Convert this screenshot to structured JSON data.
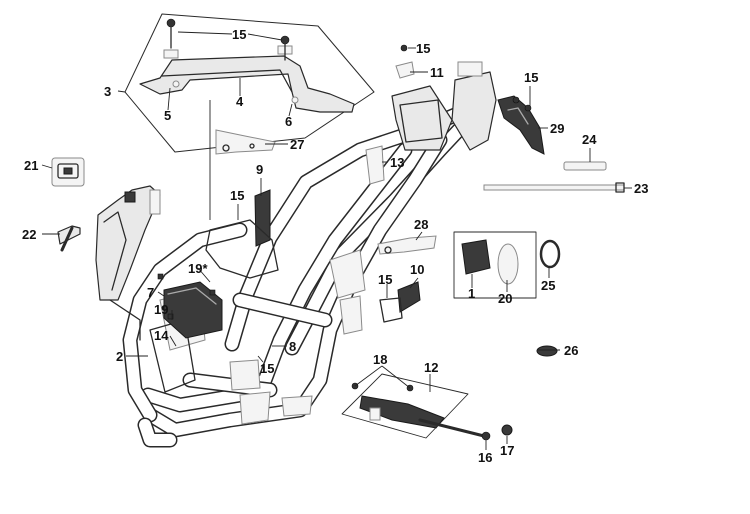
{
  "diagram": {
    "callouts": [
      {
        "id": "c15a",
        "label": "15"
      },
      {
        "id": "c15b",
        "label": "15"
      },
      {
        "id": "c3",
        "label": "3"
      },
      {
        "id": "c4",
        "label": "4"
      },
      {
        "id": "c5",
        "label": "5"
      },
      {
        "id": "c6",
        "label": "6"
      },
      {
        "id": "c11",
        "label": "11"
      },
      {
        "id": "c15c",
        "label": "15"
      },
      {
        "id": "c29",
        "label": "29"
      },
      {
        "id": "c24",
        "label": "24"
      },
      {
        "id": "c27",
        "label": "27"
      },
      {
        "id": "c13",
        "label": "13"
      },
      {
        "id": "c21",
        "label": "21"
      },
      {
        "id": "c9",
        "label": "9"
      },
      {
        "id": "c15d",
        "label": "15"
      },
      {
        "id": "c23",
        "label": "23"
      },
      {
        "id": "c22",
        "label": "22"
      },
      {
        "id": "c28",
        "label": "28"
      },
      {
        "id": "c19s",
        "label": "19*"
      },
      {
        "id": "c10",
        "label": "10"
      },
      {
        "id": "c15e",
        "label": "15"
      },
      {
        "id": "c1",
        "label": "1"
      },
      {
        "id": "c20",
        "label": "20"
      },
      {
        "id": "c25",
        "label": "25"
      },
      {
        "id": "c7",
        "label": "7"
      },
      {
        "id": "c19",
        "label": "19"
      },
      {
        "id": "c14",
        "label": "14"
      },
      {
        "id": "c26",
        "label": "26"
      },
      {
        "id": "c2",
        "label": "2"
      },
      {
        "id": "c8",
        "label": "8"
      },
      {
        "id": "c15f",
        "label": "15"
      },
      {
        "id": "c18",
        "label": "18"
      },
      {
        "id": "c12",
        "label": "12"
      },
      {
        "id": "c16",
        "label": "16"
      },
      {
        "id": "c17",
        "label": "17"
      }
    ]
  }
}
